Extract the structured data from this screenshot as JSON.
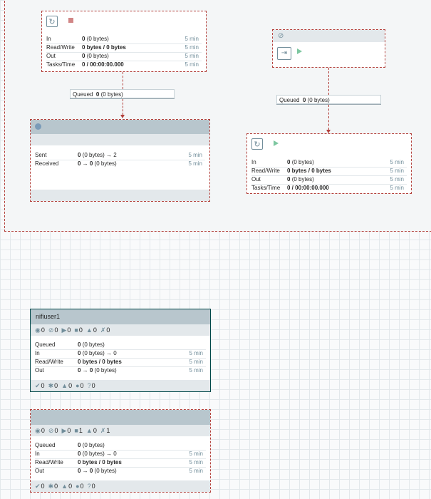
{
  "group_box": {
    "processor_a": {
      "stats": [
        {
          "label": "In",
          "value": "0",
          "detail": "(0 bytes)",
          "time": "5 min"
        },
        {
          "label": "Read/Write",
          "value": "0 bytes / 0 bytes",
          "detail": "",
          "time": "5 min"
        },
        {
          "label": "Out",
          "value": "0",
          "detail": "(0 bytes)",
          "time": "5 min"
        },
        {
          "label": "Tasks/Time",
          "value": "0 / 00:00:00.000",
          "detail": "",
          "time": "5 min"
        }
      ]
    },
    "connection_a": {
      "label": "Queued",
      "value": "0",
      "detail": "(0 bytes)"
    },
    "remote_group": {
      "stats": [
        {
          "label": "Sent",
          "value": "0",
          "detail": "(0 bytes) → 2",
          "time": "5 min"
        },
        {
          "label": "Received",
          "value": "0 → 0",
          "detail": "(0 bytes)",
          "time": "5 min"
        }
      ]
    },
    "connection_b": {
      "label": "Queued",
      "value": "0",
      "detail": "(0 bytes)"
    },
    "processor_b": {
      "stats": [
        {
          "label": "In",
          "value": "0",
          "detail": "(0 bytes)",
          "time": "5 min"
        },
        {
          "label": "Read/Write",
          "value": "0 bytes / 0 bytes",
          "detail": "",
          "time": "5 min"
        },
        {
          "label": "Out",
          "value": "0",
          "detail": "(0 bytes)",
          "time": "5 min"
        },
        {
          "label": "Tasks/Time",
          "value": "0 / 00:00:00.000",
          "detail": "",
          "time": "5 min"
        }
      ]
    }
  },
  "process_group_1": {
    "name": "nifiuser1",
    "counts": {
      "transmitting": "0",
      "not_transmitting": "0",
      "running": "0",
      "stopped": "0",
      "invalid": "0",
      "disabled": "0"
    },
    "stats": [
      {
        "label": "Queued",
        "value": "0",
        "detail": "(0 bytes)",
        "time": ""
      },
      {
        "label": "In",
        "value": "0",
        "detail": "(0 bytes) → 0",
        "time": "5 min"
      },
      {
        "label": "Read/Write",
        "value": "0 bytes / 0 bytes",
        "detail": "",
        "time": "5 min"
      },
      {
        "label": "Out",
        "value": "0 → 0",
        "detail": "(0 bytes)",
        "time": "5 min"
      }
    ],
    "versions": {
      "up_to_date": "0",
      "locally_modified": "0",
      "stale": "0",
      "modified_stale": "0",
      "sync_failure": "0"
    }
  },
  "process_group_2": {
    "name": "",
    "counts": {
      "transmitting": "0",
      "not_transmitting": "0",
      "running": "0",
      "stopped": "1",
      "invalid": "0",
      "disabled": "1"
    },
    "stats": [
      {
        "label": "Queued",
        "value": "0",
        "detail": "(0 bytes)",
        "time": ""
      },
      {
        "label": "In",
        "value": "0",
        "detail": "(0 bytes) → 0",
        "time": "5 min"
      },
      {
        "label": "Read/Write",
        "value": "0 bytes / 0 bytes",
        "detail": "",
        "time": "5 min"
      },
      {
        "label": "Out",
        "value": "0 → 0",
        "detail": "(0 bytes)",
        "time": "5 min"
      }
    ],
    "versions": {
      "up_to_date": "0",
      "locally_modified": "0",
      "stale": "0",
      "modified_stale": "0",
      "sync_failure": "0"
    }
  },
  "icons": {
    "processor": "processor-icon",
    "stopped": "stop-icon",
    "running": "play-icon",
    "transmitting": "transmitting-icon",
    "not_transmitting": "not-transmitting-icon",
    "input_port": "input-port-icon"
  },
  "colors": {
    "border_dashed": "#b3413c",
    "header": "#b8c6cd",
    "accent": "#004849",
    "running": "#7dc7a0",
    "stopped": "#d18686"
  }
}
